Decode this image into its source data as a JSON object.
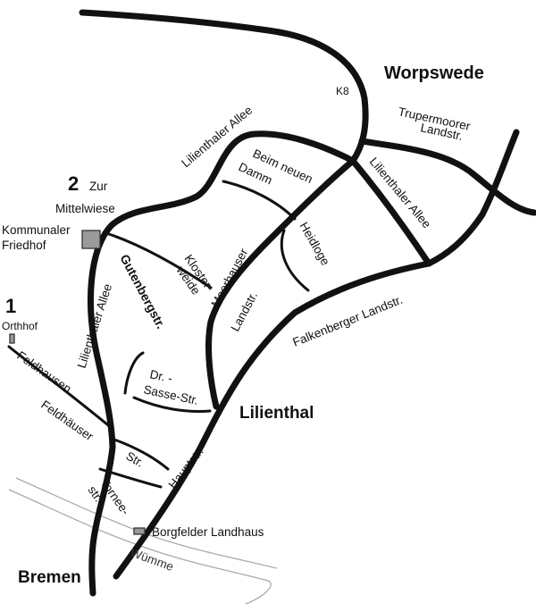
{
  "places": {
    "worpswede": "Worpswede",
    "lilienthal": "Lilienthal",
    "bremen": "Bremen"
  },
  "roads": {
    "k8": "K8",
    "trupermoorer_1": "Trupermoorer",
    "trupermoorer_2": "Landstr.",
    "lilienthaler_allee_top": "Lilienthaler Allee",
    "lilienthaler_allee_right": "Lilienthaler Allee",
    "lilienthaler_allee_left": "Lilienthaler Allee",
    "beim_neuen_1": "Beim neuen",
    "beim_neuen_2": "Damm",
    "heidloge": "Heidloge",
    "moorhauser_1": "Moorhauser",
    "moorhauser_2": "Landstr.",
    "klosterweide_1": "Kloster-",
    "klosterweide_2": "weide",
    "gutenbergstr": "Gutenbergstr.",
    "falkenberger": "Falkenberger Landstr.",
    "dr_sasse_1": "Dr. -",
    "dr_sasse_2": "Sasse-Str.",
    "feldhausen": "Feldhausen",
    "feldhaeuser": "Feldhäuser",
    "str": "Str.",
    "tornee_1": "Tornee-",
    "tornee_2": "str.",
    "hauptstr": "Hauptstr.",
    "wuemme": "Wümme"
  },
  "markers": {
    "m2_number": "2",
    "m2_text_1": "Zur",
    "m2_text_2": "Mittelwiese",
    "kommunaler_1": "Kommunaler",
    "kommunaler_2": "Friedhof",
    "m1_number": "1",
    "m1_text": "Orthhof",
    "borgfelder": "Borgfelder Landhaus"
  },
  "colors": {
    "road": "#111111",
    "river": "#aaaaaa",
    "marker_fill": "#9a9a9a",
    "background": "#ffffff"
  }
}
